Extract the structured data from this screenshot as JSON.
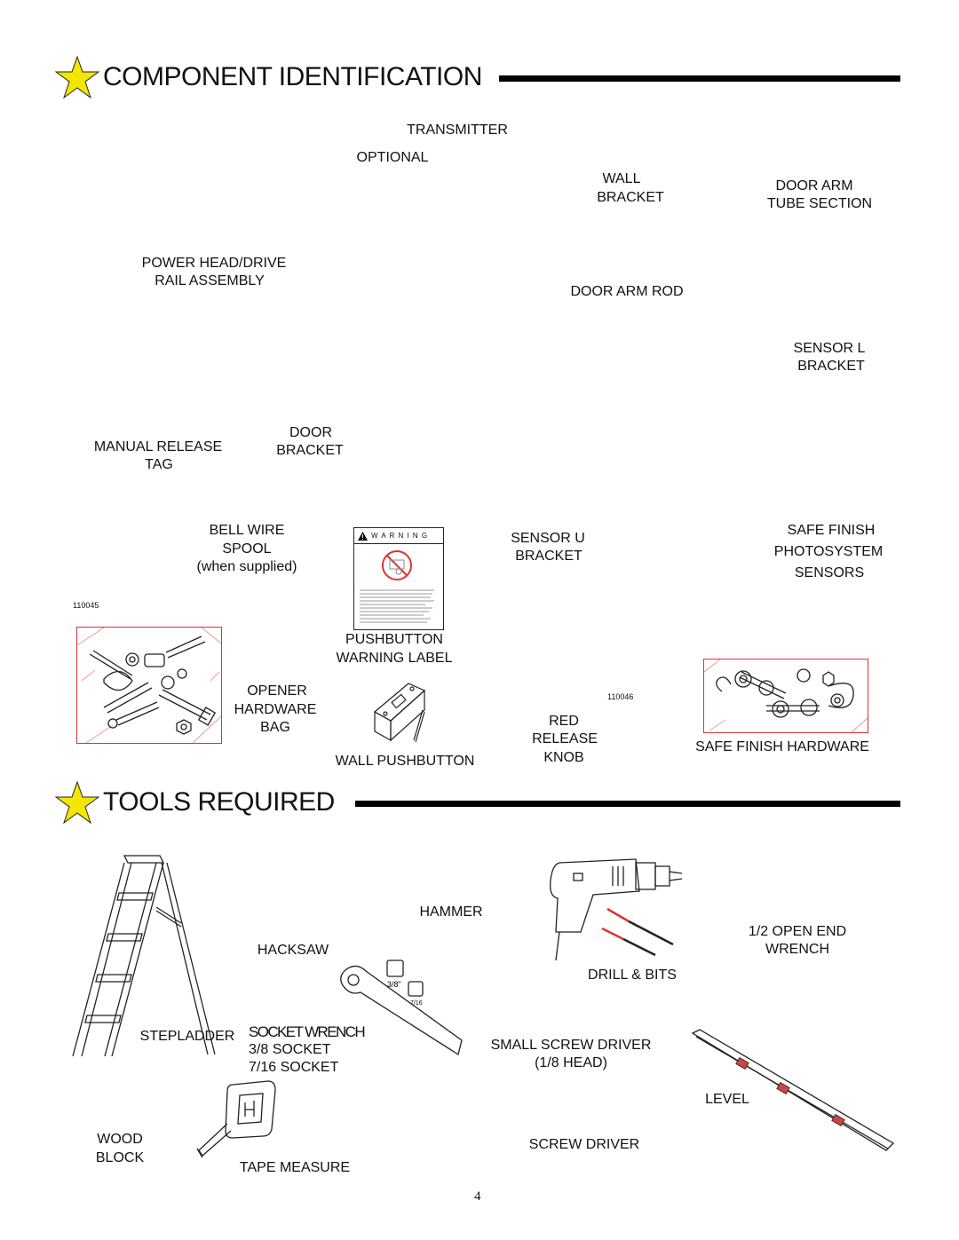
{
  "page": {
    "number": "4"
  },
  "component_section": {
    "title": "COMPONENT IDENTIFICATION",
    "labels": {
      "transmitter": "TRANSMITTER",
      "optional": "OPTIONAL",
      "wall_bracket_1": "WALL",
      "wall_bracket_2": "BRACKET",
      "door_arm_tube_1": "DOOR ARM",
      "door_arm_tube_2": "TUBE SECTION",
      "power_head_1": "POWER HEAD/DRIVE",
      "power_head_2": "RAIL ASSEMBLY",
      "door_arm_rod": "DOOR ARM ROD",
      "sensor_l_1": "SENSOR  L",
      "sensor_l_2": "BRACKET",
      "manual_release_1": "MANUAL RELEASE",
      "manual_release_2": "TAG",
      "door_bracket_1": "DOOR",
      "door_bracket_2": "BRACKET",
      "bell_wire_1": "BELL WIRE",
      "bell_wire_2": "SPOOL",
      "bell_wire_3": "(when supplied)",
      "sensor_u_1": "SENSOR  U",
      "sensor_u_2": "BRACKET",
      "safe_finish_1": "SAFE FINISH",
      "safe_finish_2": "PHOTOSYSTEM",
      "safe_finish_3": "SENSORS",
      "part_110045": "110045",
      "pushbutton_label_1": "PUSHBUTTON",
      "pushbutton_label_2": "WARNING  LABEL",
      "opener_hw_1": "OPENER",
      "opener_hw_2": "HARDWARE",
      "opener_hw_3": "BAG",
      "part_110046": "110046",
      "red_release_1": "RED",
      "red_release_2": "RELEASE",
      "red_release_3": "KNOB",
      "wall_pushbutton": "WALL PUSHBUTTON",
      "safe_finish_hw": "SAFE FINISH HARDWARE",
      "warning_sticker": "W A R N I N G"
    }
  },
  "tools_section": {
    "title": "TOOLS REQUIRED",
    "labels": {
      "hammer": "HAMMER",
      "hacksaw": "HACKSAW",
      "open_end_1": "1/2  OPEN END",
      "open_end_2": "WRENCH",
      "drill_bits": "DRILL & BITS",
      "stepladder": "STEPLADDER",
      "socket_wrench": "SOCKET WRENCH",
      "socket_38": "3/8  SOCKET",
      "socket_716": "7/16  SOCKET",
      "small_screw_1": "SMALL SCREW DRIVER",
      "small_screw_2": "(1/8  HEAD)",
      "level": "LEVEL",
      "wood_1": "WOOD",
      "wood_2": "BLOCK",
      "screw_driver": "SCREW DRIVER",
      "tape_measure": "TAPE MEASURE",
      "socket_mark_1": "3/8\"",
      "socket_mark_2": "7/16"
    }
  },
  "colors": {
    "star": "#f5e600",
    "rule": "#000000",
    "bag_red": "#d33333"
  }
}
